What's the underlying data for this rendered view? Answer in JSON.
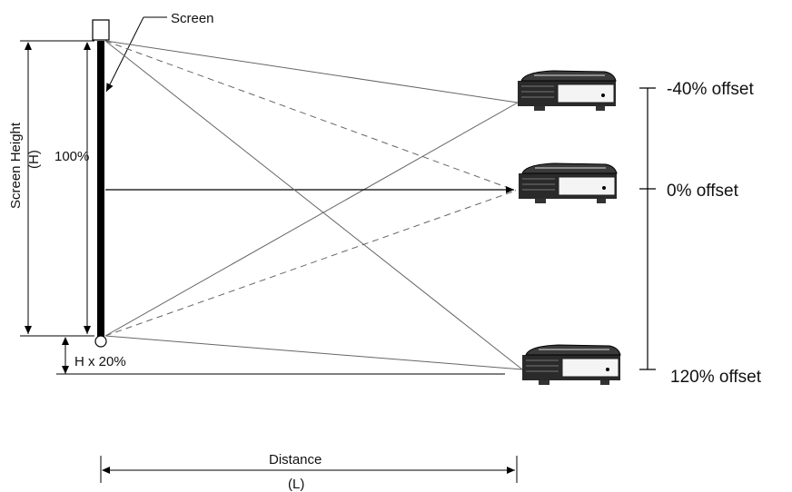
{
  "labels": {
    "screen": "Screen",
    "screen_height": "Screen Height",
    "h": "(H)",
    "percent_100": "100%",
    "h_x_20": "H x 20%",
    "distance": "Distance",
    "l": "(L)"
  },
  "offsets": [
    {
      "label": "-40% offset"
    },
    {
      "label": "0% offset"
    },
    {
      "label": "120% offset"
    }
  ]
}
